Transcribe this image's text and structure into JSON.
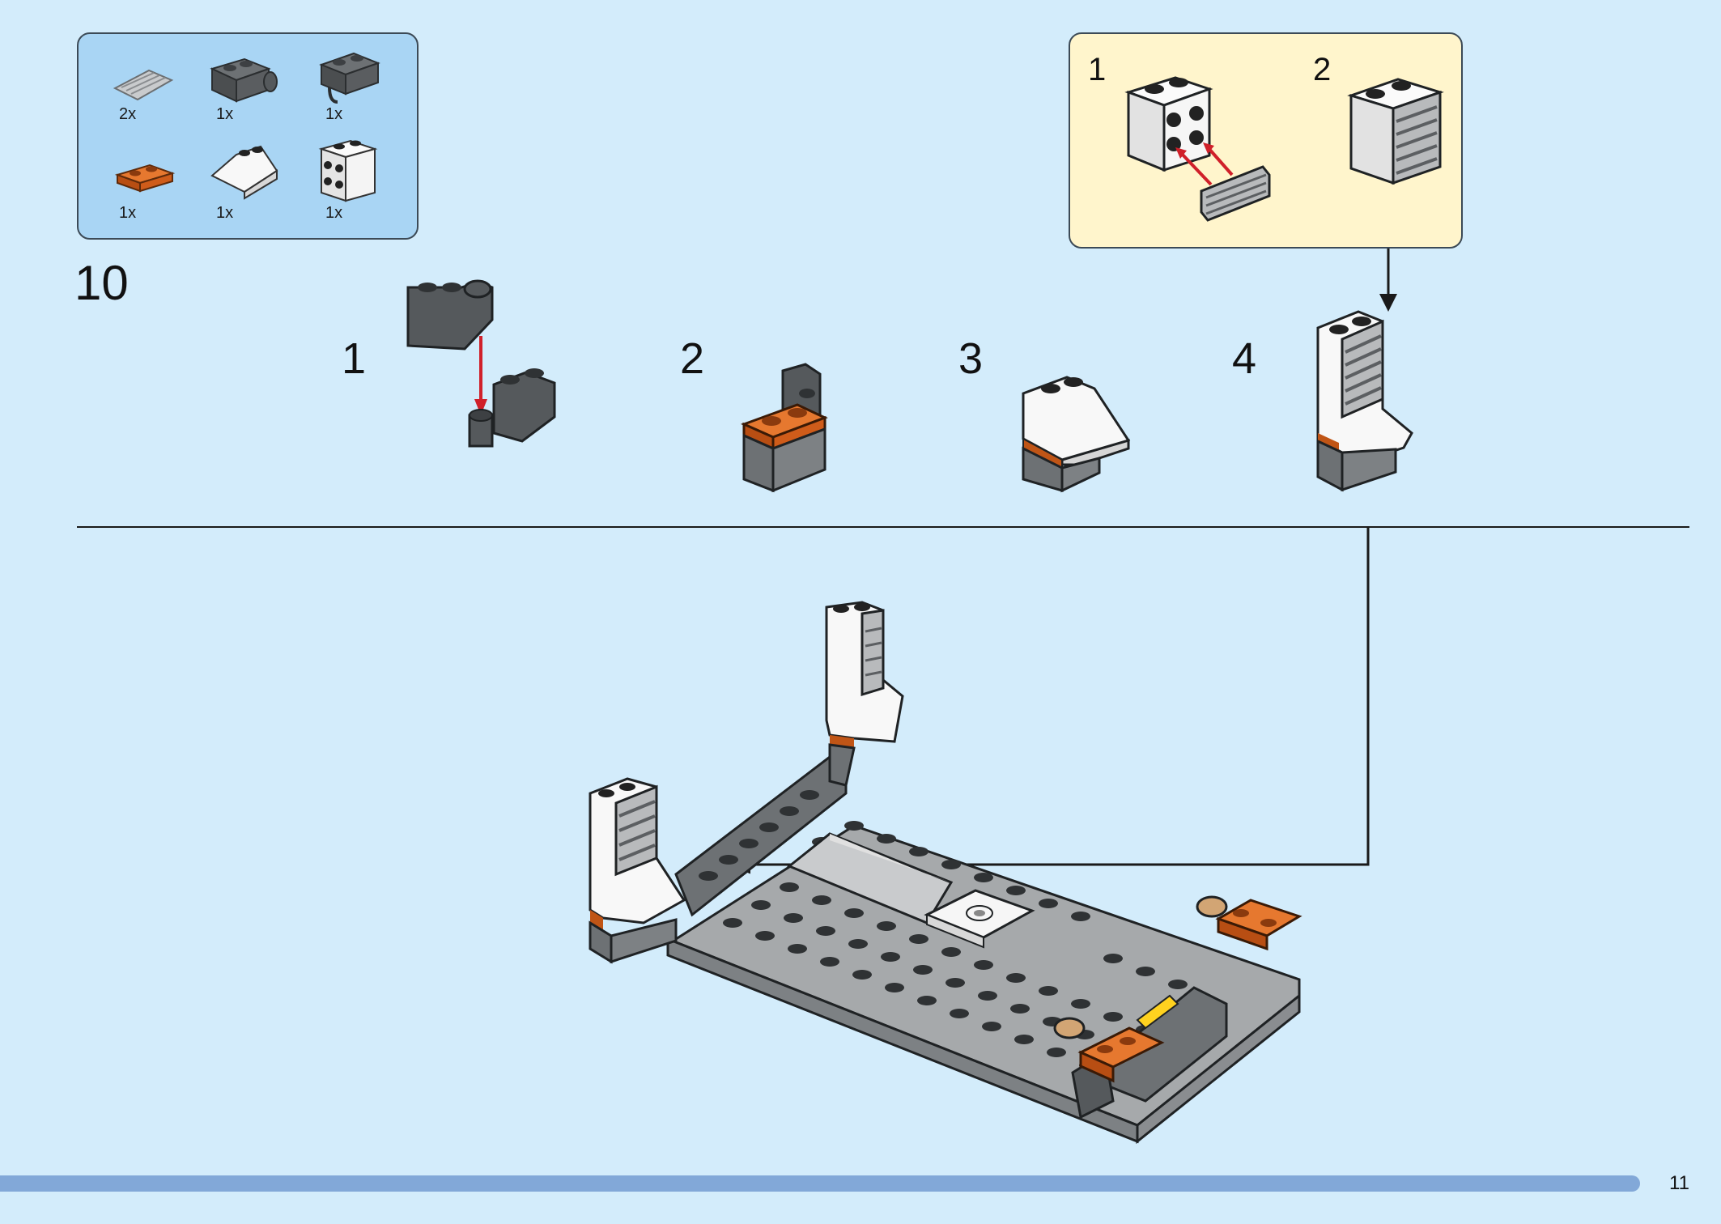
{
  "parts_list": {
    "items": [
      {
        "name": "gray-grille-tile-icon",
        "qty": "2x"
      },
      {
        "name": "dark-gray-brick-with-pin-icon",
        "qty": "1x"
      },
      {
        "name": "dark-gray-brick-with-clip-icon",
        "qty": "1x"
      },
      {
        "name": "orange-plate-icon",
        "qty": "1x"
      },
      {
        "name": "white-slope-icon",
        "qty": "1x"
      },
      {
        "name": "white-brick-with-studs-on-side-icon",
        "qty": "1x"
      }
    ]
  },
  "step": {
    "number": "10"
  },
  "substeps": [
    {
      "label": "1"
    },
    {
      "label": "2"
    },
    {
      "label": "3"
    },
    {
      "label": "4"
    }
  ],
  "callout": {
    "steps": [
      {
        "label": "1"
      },
      {
        "label": "2"
      }
    ]
  },
  "colors": {
    "background": "#d3ecfb",
    "parts_box": "#a9d5f4",
    "callout_box": "#fff5cc",
    "dark_gray": "#55595c",
    "light_gray": "#9ea1a3",
    "orange": "#d9621e",
    "white": "#f7f7f7",
    "arrow_red": "#d0202a",
    "progress_bar": "#82a8d8"
  },
  "page": {
    "number": "11"
  }
}
